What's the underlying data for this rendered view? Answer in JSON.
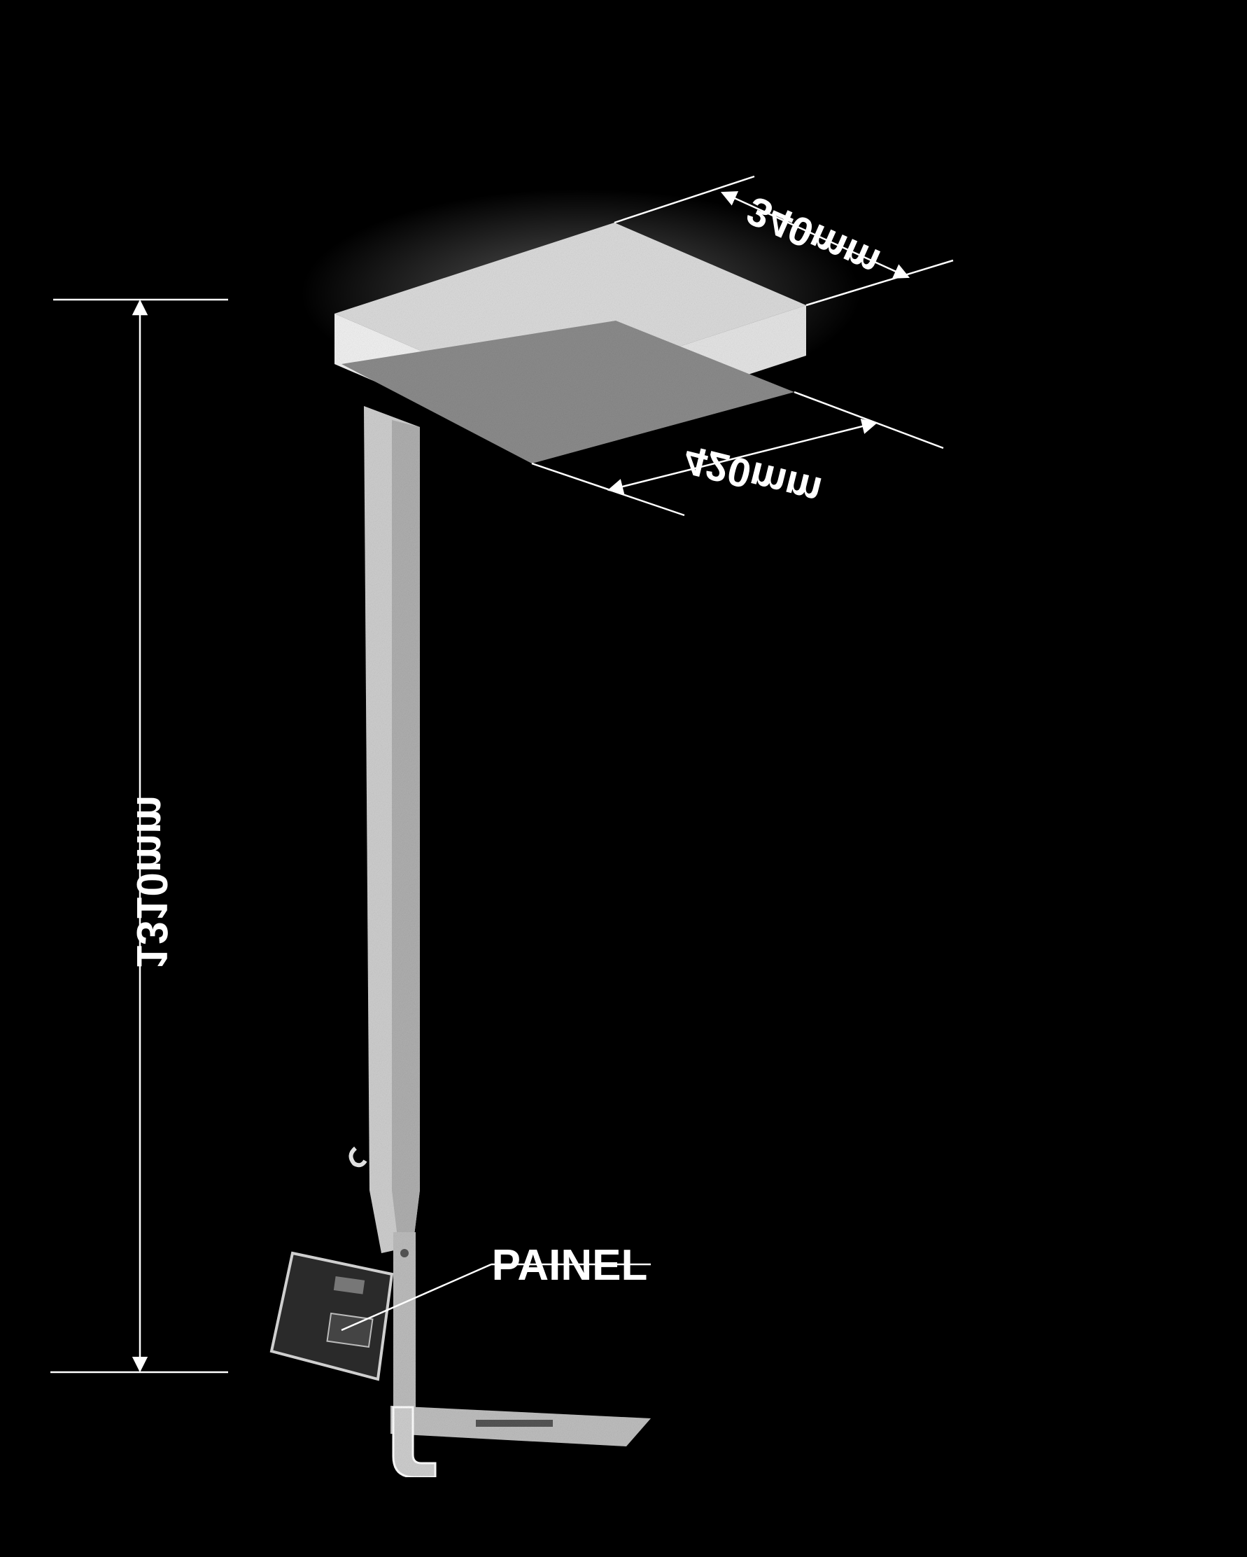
{
  "labels": {
    "width_top": "340mm",
    "depth_bottom": "420mm",
    "height_total": "1310mm",
    "panel": "PAINEL"
  },
  "colors": {
    "background": "#000000",
    "line": "#ffffff",
    "box_front": "#f2f2f2",
    "box_top": "#dcdcdc",
    "box_bottom": "#8c8c8c",
    "column": "#cfcfcf",
    "panel_box": "#2a2a2a"
  }
}
